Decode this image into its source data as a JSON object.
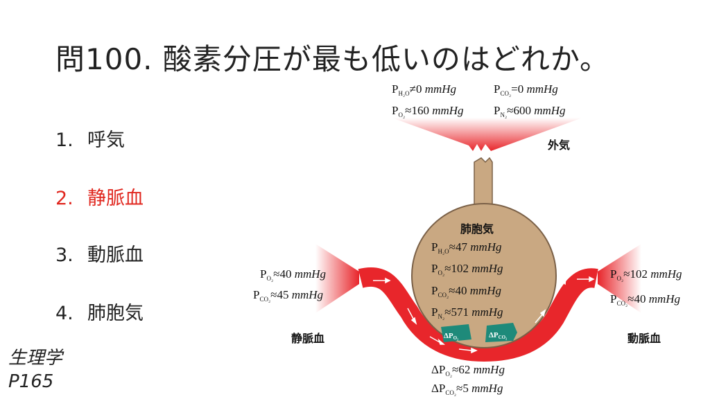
{
  "title": "問100.  酸素分圧が最も低いのはどれか。",
  "choices": [
    {
      "num": "1.",
      "text": "呼気",
      "correct": false
    },
    {
      "num": "2.",
      "text": "静脈血",
      "correct": true
    },
    {
      "num": "3.",
      "text": "動脈血",
      "correct": false
    },
    {
      "num": "4.",
      "text": "肺胞気",
      "correct": false
    }
  ],
  "reference": {
    "line1": "生理学",
    "line2": "P165"
  },
  "colors": {
    "correct": "#e0261e",
    "vessel": "#e8262b",
    "alveolus": "#c9a882",
    "badge": "#1e8a7a"
  },
  "diagram": {
    "outside_air": {
      "label": "外気",
      "ph2o": {
        "sub": "H₂O",
        "op": "≠",
        "val": "0",
        "unit": "mmHg"
      },
      "pco2": {
        "sub": "CO₂",
        "op": "=",
        "val": "0",
        "unit": "mmHg"
      },
      "po2": {
        "sub": "O₂",
        "op": "≈",
        "val": "160",
        "unit": "mmHg"
      },
      "pn2": {
        "sub": "N₂",
        "op": "≈",
        "val": "600",
        "unit": "mmHg"
      }
    },
    "alveolus": {
      "label": "肺胞気",
      "ph2o": {
        "sub": "H₂O",
        "op": "≈",
        "val": "47",
        "unit": "mmHg"
      },
      "po2": {
        "sub": "O₂",
        "op": "≈",
        "val": "102",
        "unit": "mmHg"
      },
      "pco2": {
        "sub": "CO₂",
        "op": "≈",
        "val": "40",
        "unit": "mmHg"
      },
      "pn2": {
        "sub": "N₂",
        "op": "≈",
        "val": "571",
        "unit": "mmHg"
      }
    },
    "venous": {
      "label": "静脈血",
      "po2": {
        "sub": "O₂",
        "op": "≈",
        "val": "40",
        "unit": "mmHg"
      },
      "pco2": {
        "sub": "CO₂",
        "op": "≈",
        "val": "45",
        "unit": "mmHg"
      }
    },
    "arterial": {
      "label": "動脈血",
      "po2": {
        "sub": "O₂",
        "op": "≈",
        "val": "102",
        "unit": "mmHg"
      },
      "pco2": {
        "sub": "CO₂",
        "op": "≈",
        "val": "40",
        "unit": "mmHg"
      }
    },
    "gradient": {
      "dpo2": {
        "sub": "O₂",
        "op": "≈",
        "val": "62",
        "unit": "mmHg"
      },
      "dpco2": {
        "sub": "CO₂",
        "op": "≈",
        "val": "5",
        "unit": "mmHg"
      },
      "badge_o2": "ΔP",
      "badge_o2_sub": "O₂",
      "badge_co2": "ΔP",
      "badge_co2_sub": "CO₂"
    }
  }
}
